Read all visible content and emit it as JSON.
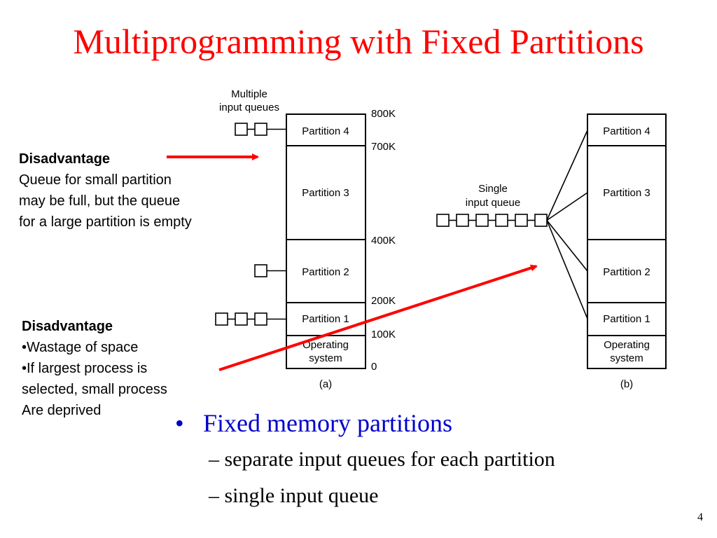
{
  "slide": {
    "title": "Multiprogramming with Fixed Partitions",
    "page_number": "4",
    "accent_color": "#ff0000",
    "bullet_color": "#0000cc"
  },
  "diagram_a": {
    "queue_label_line1": "Multiple",
    "queue_label_line2": "input queues",
    "partitions": [
      "Partition 4",
      "Partition 3",
      "Partition 2",
      "Partition 1"
    ],
    "os_line1": "Operating",
    "os_line2": "system",
    "addresses": [
      "800K",
      "700K",
      "400K",
      "200K",
      "100K",
      "0"
    ],
    "caption": "(a)",
    "queue_lengths": [
      2,
      0,
      1,
      3
    ]
  },
  "diagram_b": {
    "queue_label_line1": "Single",
    "queue_label_line2": "input queue",
    "partitions": [
      "Partition 4",
      "Partition 3",
      "Partition 2",
      "Partition 1"
    ],
    "os_line1": "Operating",
    "os_line2": "system",
    "caption": "(b)",
    "queue_length": 6
  },
  "notes": {
    "note1": {
      "heading": "Disadvantage",
      "lines": [
        "Queue for small partition",
        "may be full, but the queue",
        "for a large partition is empty"
      ]
    },
    "note2": {
      "heading": "Disadvantage",
      "lines": [
        "•Wastage of space",
        "•If largest process is",
        "selected, small process",
        "Are deprived"
      ]
    }
  },
  "bullets": {
    "main": "Fixed memory partitions",
    "subs": [
      "separate input queues for each partition",
      "single input queue"
    ]
  }
}
